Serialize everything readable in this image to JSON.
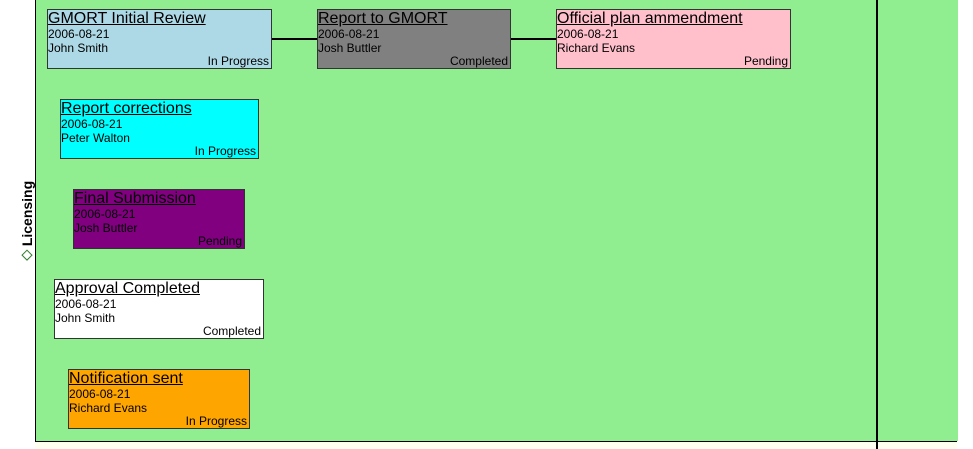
{
  "lane": {
    "name": "Licensing",
    "bg_color": "#90ee90"
  },
  "tasks": [
    {
      "title": "GMORT Initial Review",
      "date": "2006-08-21",
      "owner": "John Smith",
      "status": "In Progress",
      "color": "#add8e6"
    },
    {
      "title": "Report to GMORT",
      "date": "2006-08-21",
      "owner": "Josh Buttler",
      "status": "Completed",
      "color": "#808080"
    },
    {
      "title": "Official plan ammendment",
      "date": "2006-08-21",
      "owner": "Richard Evans",
      "status": "Pending",
      "color": "#ffc0cb"
    },
    {
      "title": "Report corrections",
      "date": "2006-08-21",
      "owner": "Peter Walton",
      "status": "In Progress",
      "color": "#00ffff"
    },
    {
      "title": "Final Submission",
      "date": "2006-08-21",
      "owner": "Josh Buttler",
      "status": "Pending",
      "color": "#800080"
    },
    {
      "title": "Approval Completed",
      "date": "2006-08-21",
      "owner": "John Smith",
      "status": "Completed",
      "color": "#ffffff"
    },
    {
      "title": "Notification sent",
      "date": "2006-08-21",
      "owner": "Richard Evans",
      "status": "In Progress",
      "color": "#ffa500"
    }
  ]
}
